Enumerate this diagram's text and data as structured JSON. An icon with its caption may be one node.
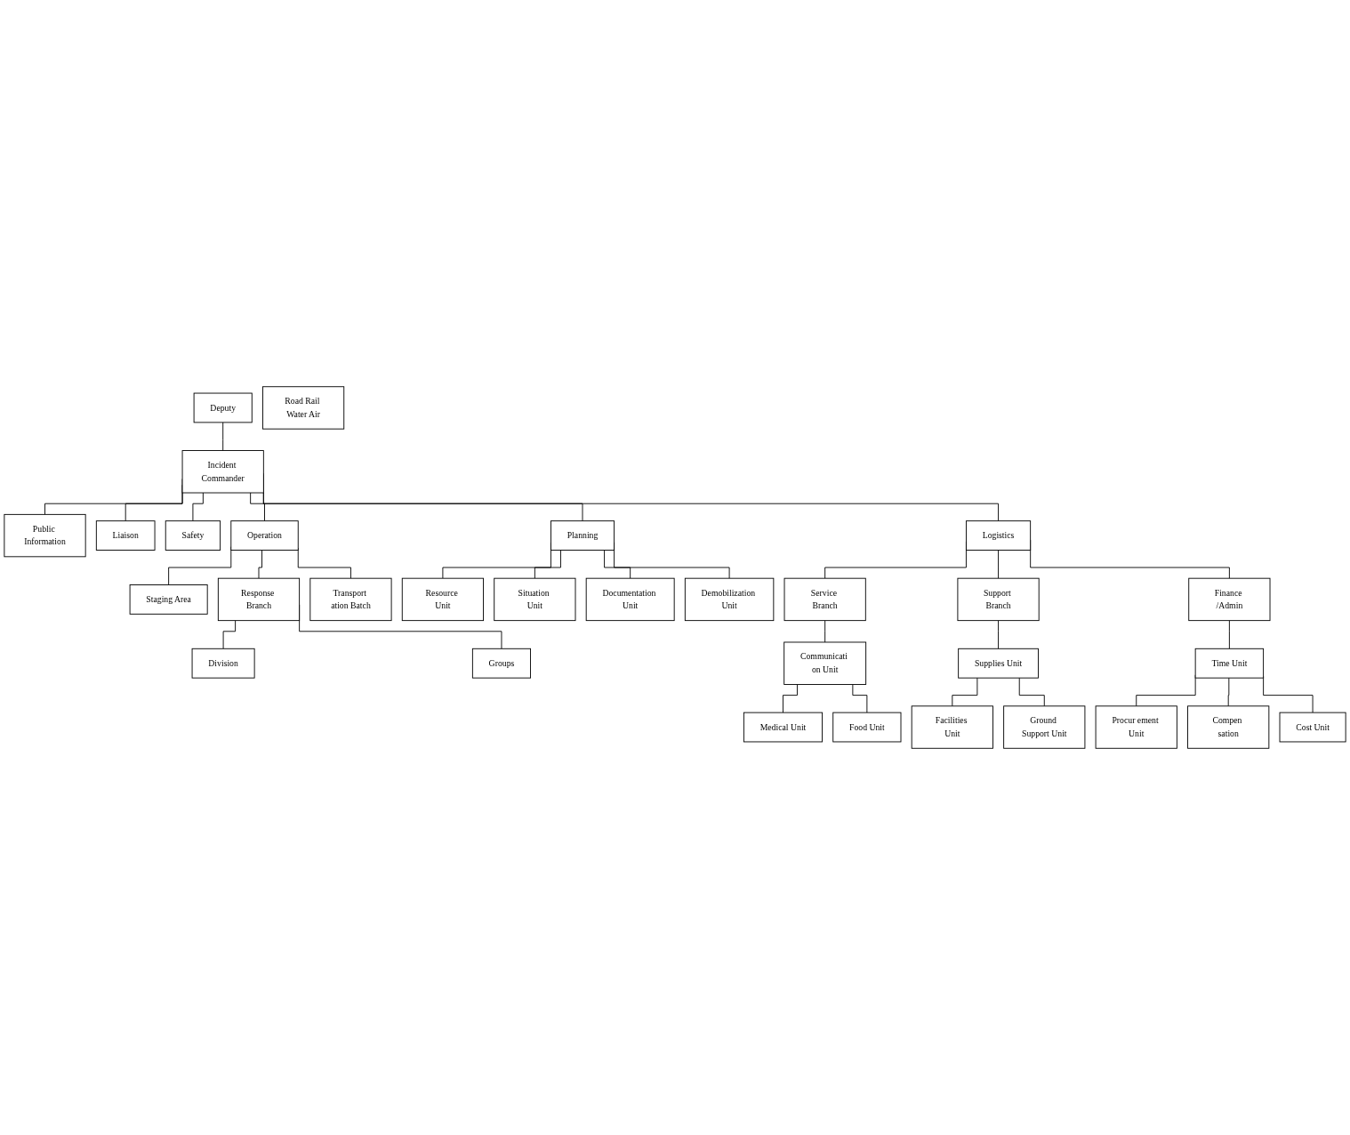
{
  "diagram": {
    "nodes": [
      {
        "text": [
          "Deputy"
        ]
      },
      {
        "text": [
          "Incident Commander"
        ]
      },
      {
        "text": [
          "Public Information"
        ]
      },
      {
        "text": [
          "Liaison"
        ]
      },
      {
        "text": [
          "Safety"
        ]
      },
      {
        "text": [
          "Staging Area"
        ]
      },
      {
        "text": [
          "Operation"
        ]
      },
      {
        "text": [
          "Planning"
        ]
      },
      {
        "text": [
          "Logistics"
        ]
      },
      {
        "text": [
          "Response Branch"
        ]
      },
      {
        "text": [
          "Transport ation Batch"
        ]
      },
      {
        "text": [
          "Road Rail Water Air"
        ]
      },
      {
        "text": [
          "Division"
        ]
      },
      {
        "text": [
          "Groups"
        ]
      },
      {
        "text": [
          "Resource Unit"
        ]
      },
      {
        "text": [
          "Situation Unit"
        ]
      },
      {
        "text": [
          "Documentation Unit"
        ]
      },
      {
        "text": [
          "Demobilization Unit"
        ]
      },
      {
        "text": [
          "Service Branch"
        ]
      },
      {
        "text": [
          "Support Branch"
        ]
      },
      {
        "text": [
          "Finance /Admin"
        ]
      },
      {
        "text": [
          "Communicati on Unit"
        ]
      },
      {
        "text": [
          "Medical Unit"
        ]
      },
      {
        "text": [
          "Food Unit"
        ]
      },
      {
        "text": [
          "Supplies Unit"
        ]
      },
      {
        "text": [
          "Facilities Unit"
        ]
      },
      {
        "text": [
          "Ground Support Unit"
        ]
      },
      {
        "text": [
          "Time Unit"
        ]
      },
      {
        "text": [
          "Procur ement Unit"
        ]
      },
      {
        "text": [
          "Compen sation"
        ]
      },
      {
        "text": [
          "Cost Unit"
        ]
      }
    ],
    "edges": [
      {
        "from": 0,
        "to": 1,
        "arrow": "none"
      },
      {
        "from": 1,
        "to": 2,
        "arrow": "none"
      },
      {
        "from": 1,
        "to": 3,
        "arrow": "none"
      },
      {
        "from": 1,
        "to": 4,
        "arrow": "none"
      },
      {
        "from": 1,
        "to": 6,
        "arrow": "none"
      },
      {
        "from": 1,
        "to": 7,
        "arrow": "none"
      },
      {
        "from": 1,
        "to": 8,
        "arrow": "none"
      },
      {
        "from": 5,
        "to": 6,
        "arrow": "none"
      },
      {
        "from": 6,
        "to": 9,
        "arrow": "none"
      },
      {
        "from": 9,
        "to": 12,
        "arrow": "none"
      },
      {
        "from": 9,
        "to": 13,
        "arrow": "none"
      },
      {
        "from": 6,
        "to": 10,
        "arrow": "none"
      },
      {
        "from": 7,
        "to": 14,
        "arrow": "none"
      },
      {
        "from": 7,
        "to": 15,
        "arrow": "none"
      },
      {
        "from": 7,
        "to": 16,
        "arrow": "none"
      },
      {
        "from": 7,
        "to": 17,
        "arrow": "none"
      },
      {
        "from": 8,
        "to": 18,
        "arrow": "none"
      },
      {
        "from": 8,
        "to": 19,
        "arrow": "none"
      },
      {
        "from": 8,
        "to": 20,
        "arrow": "none"
      },
      {
        "from": 18,
        "to": 21,
        "arrow": "none"
      },
      {
        "from": 21,
        "to": 22,
        "arrow": "none"
      },
      {
        "from": 21,
        "to": 23,
        "arrow": "none"
      },
      {
        "from": 19,
        "to": 24,
        "arrow": "none"
      },
      {
        "from": 24,
        "to": 25,
        "arrow": "none"
      },
      {
        "from": 24,
        "to": 26,
        "arrow": "none"
      },
      {
        "from": 20,
        "to": 27,
        "arrow": "none"
      },
      {
        "from": 27,
        "to": 28,
        "arrow": "none"
      },
      {
        "from": 27,
        "to": 29,
        "arrow": "none"
      },
      {
        "from": 27,
        "to": 30,
        "arrow": "none"
      }
    ]
  }
}
